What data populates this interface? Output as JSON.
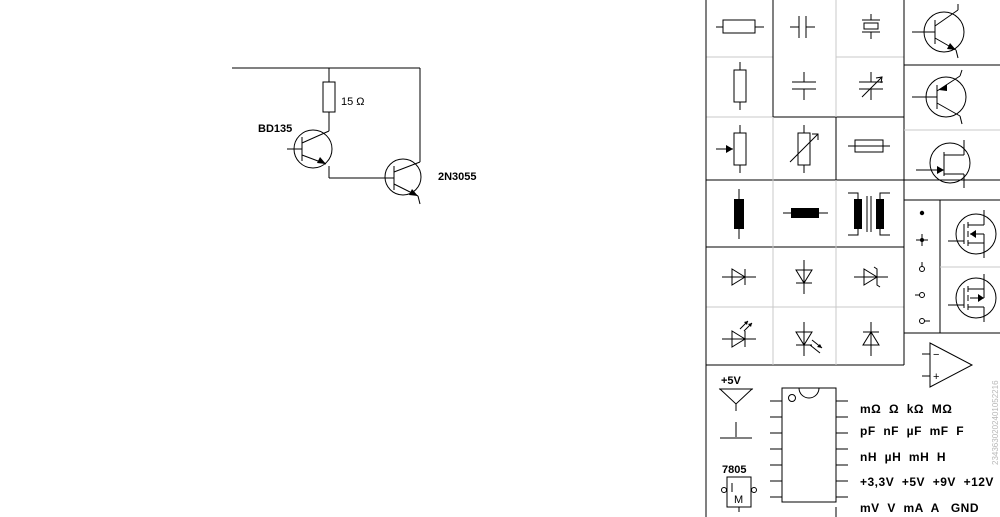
{
  "circuit": {
    "resistor_label": "15 Ω",
    "transistor1_label": "BD135",
    "transistor2_label": "2N3055"
  },
  "palette": {
    "supply_label": "+5V",
    "regulator_label": "7805",
    "regulator_pin": "M",
    "units": {
      "resistance": "mΩ  Ω  kΩ  MΩ",
      "capacitance": "pF  nF  µF  mF  F",
      "inductance": "nH  µH  mH  H",
      "voltages": "+3,3V  +5V  +9V  +12V",
      "measure": "mV  V  mA  A   GND"
    },
    "watermark": "2343630202401052216"
  }
}
